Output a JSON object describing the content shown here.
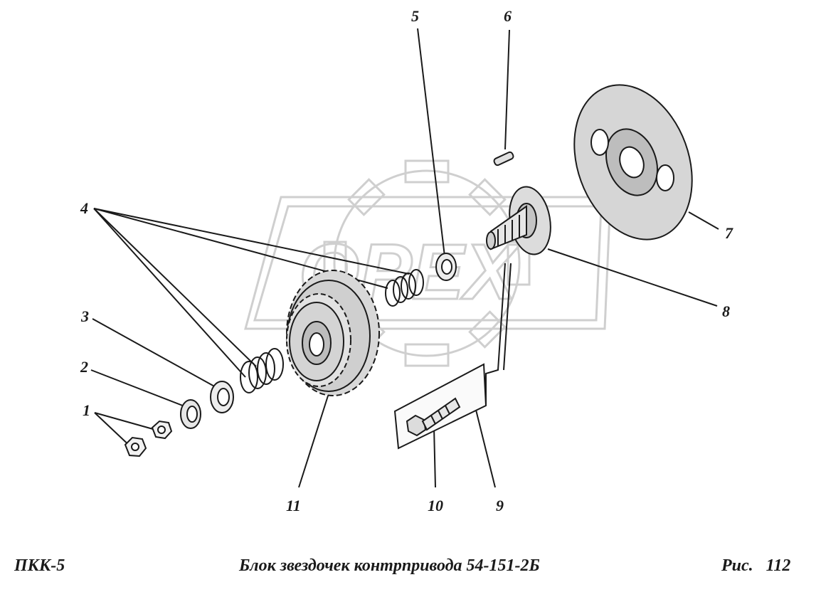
{
  "diagram": {
    "callouts": {
      "c1": "1",
      "c2": "2",
      "c3": "3",
      "c4": "4",
      "c5": "5",
      "c6": "6",
      "c7": "7",
      "c8": "8",
      "c9": "9",
      "c10": "10",
      "c11": "11"
    },
    "watermark_text": "OPEX"
  },
  "footer": {
    "model": "ПКК-5",
    "title": "Блок звездочек контрпривода 54-151-2Б",
    "figure_label": "Рис.",
    "figure_number": "112"
  },
  "colors": {
    "ink": "#1a1a1a",
    "watermark": "#cfcfcf",
    "background": "#ffffff"
  }
}
